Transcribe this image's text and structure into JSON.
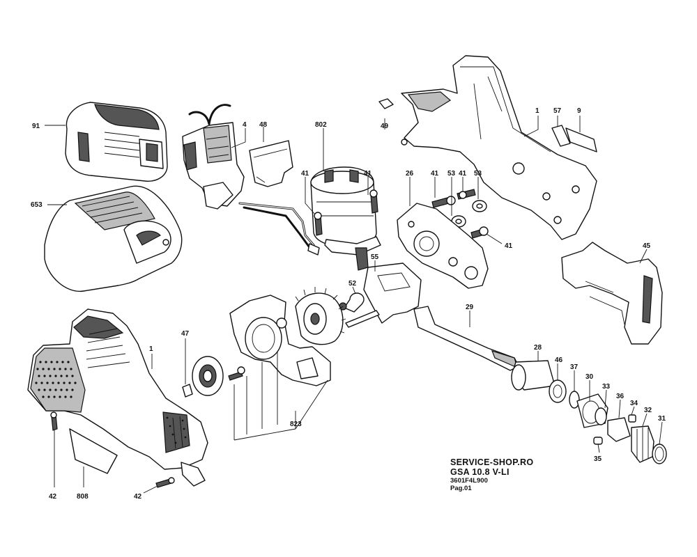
{
  "title_block": {
    "shop": "SERVICE-SHOP.RO",
    "model": "GSA 10.8 V-LI",
    "part_number": "3601F4L900",
    "page": "Pag.01"
  },
  "callouts": {
    "c91": "91",
    "c653": "653",
    "c4": "4",
    "c48": "48",
    "c802": "802",
    "c41a": "41",
    "c41b": "41",
    "c41c": "41",
    "c41d": "41",
    "c41e": "41",
    "c26": "26",
    "c53a": "53",
    "c53b": "53",
    "c49": "49",
    "c1a": "1",
    "c57": "57",
    "c9": "9",
    "c45": "45",
    "c55": "55",
    "c52": "52",
    "c29": "29",
    "c47": "47",
    "c1b": "1",
    "c823": "823",
    "c28": "28",
    "c46": "46",
    "c37": "37",
    "c30": "30",
    "c33": "33",
    "c36": "36",
    "c34": "34",
    "c32": "32",
    "c31": "31",
    "c35": "35",
    "c42a": "42",
    "c808": "808",
    "c42b": "42"
  }
}
